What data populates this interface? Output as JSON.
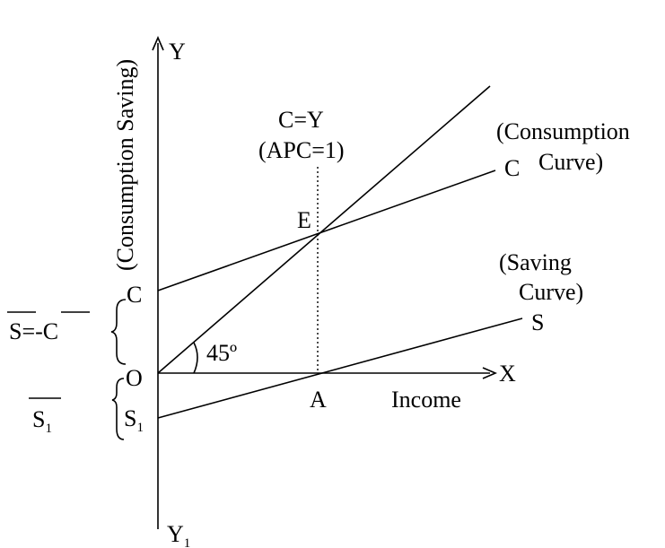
{
  "diagram": {
    "axis_labels": {
      "y_top": "Y",
      "y_bottom": "Y",
      "y_bottom_sub": "1",
      "x_right": "X",
      "x_name": "Income",
      "y_name": "(Consumption Saving)"
    },
    "points": {
      "origin": "O",
      "e": "E",
      "a": "A",
      "c_intercept": "C",
      "s1_intercept": "S",
      "s1_intercept_sub": "1"
    },
    "line_labels": {
      "c_end": "C",
      "s_end": "S",
      "cy_line1": "C=Y",
      "cy_line2": "(APC=1)",
      "consumption_curve_line1": "(Consumption",
      "consumption_curve_line2": "Curve)",
      "saving_curve_line1": "(Saving",
      "saving_curve_line2": "Curve)"
    },
    "angle": "45º",
    "left_labels": {
      "s_eq_s": "S",
      "s_eq_eq": "=-",
      "s_eq_c": "C",
      "s1": "S",
      "s1_sub": "1"
    },
    "colors": {
      "ink": "#000000",
      "background": "#ffffff"
    }
  }
}
